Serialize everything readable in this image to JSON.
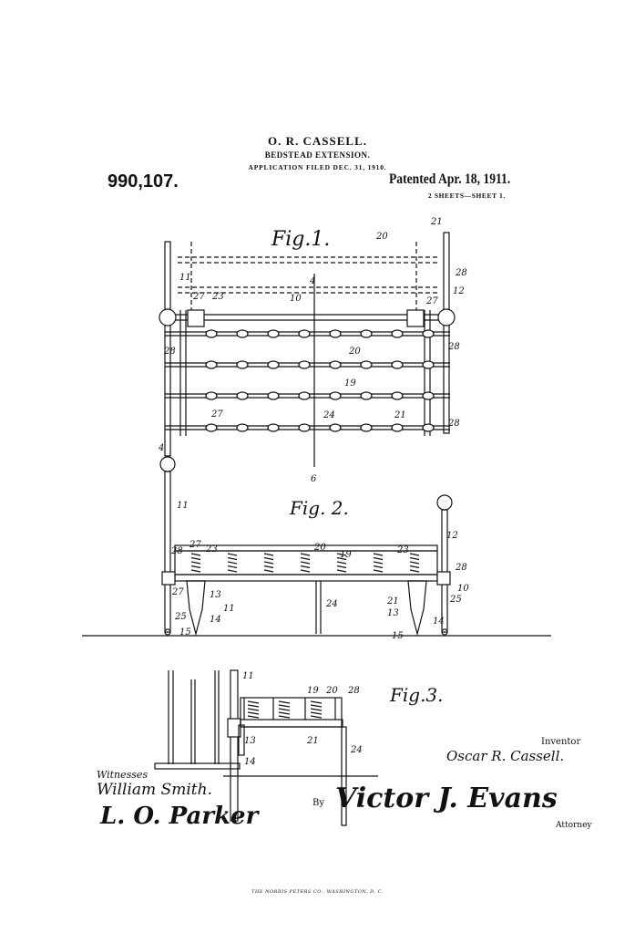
{
  "header": {
    "inventor_name": "O. R. CASSELL.",
    "title": "BEDSTEAD EXTENSION.",
    "filed": "APPLICATION FILED DEC. 31, 1910.",
    "patent_number": "990,107.",
    "patented": "Patented Apr. 18, 1911.",
    "sheets": "2 SHEETS—SHEET 1."
  },
  "figures": {
    "fig1": {
      "label": "Fig.1.",
      "numerals": [
        "21",
        "20",
        "28",
        "12",
        "11",
        "27",
        "23",
        "10",
        "4",
        "27",
        "28",
        "20",
        "19",
        "27",
        "24",
        "21",
        "28",
        "28",
        "4",
        "6"
      ]
    },
    "fig2": {
      "label": "Fig. 2.",
      "numerals": [
        "11",
        "12",
        "28",
        "27",
        "23",
        "20",
        "19",
        "23",
        "28",
        "10",
        "25",
        "27",
        "13",
        "11",
        "25",
        "14",
        "15",
        "24",
        "21",
        "13",
        "14",
        "15"
      ]
    },
    "fig3": {
      "label": "Fig.3.",
      "numerals": [
        "11",
        "19",
        "20",
        "28",
        "21",
        "13",
        "24",
        "14"
      ]
    }
  },
  "signatures": {
    "witnesses_label": "Witnesses",
    "witness1": "William Smith.",
    "witness2": "L. O. Parker",
    "inventor_label": "Inventor",
    "inventor": "Oscar R. Cassell.",
    "by": "By",
    "attorney": "Victor J. Evans",
    "attorney_label": "Attorney"
  },
  "footer": "THE NORRIS PETERS CO., WASHINGTON, D. C."
}
